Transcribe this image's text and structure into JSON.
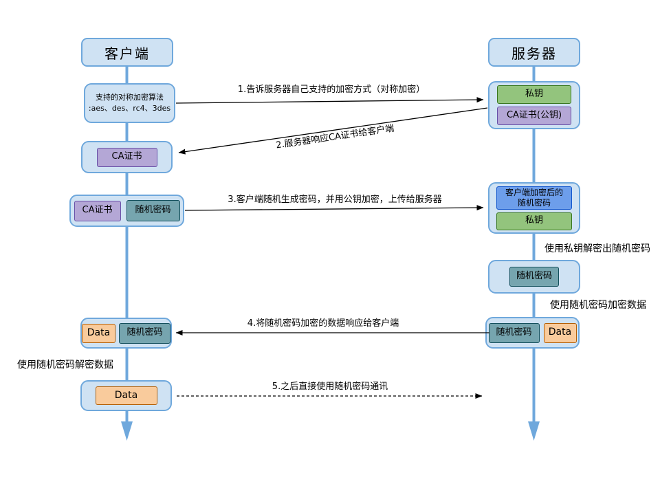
{
  "client": {
    "title": "客户端",
    "algo_box": {
      "line1": "支持的对称加密算法",
      "line2": ":aes、des、rc4、3des"
    },
    "ca_box": {
      "ca": "CA证书"
    },
    "keys_box": {
      "ca": "CA证书",
      "pwd": "随机密码"
    },
    "recv_box": {
      "data": "Data",
      "pwd": "随机密码"
    },
    "note_decrypt": "使用随机密码解密数据",
    "data_box": {
      "data": "Data"
    }
  },
  "server": {
    "title": "服务器",
    "keys_box": {
      "priv": "私钥",
      "ca_pub": "CA证书(公钥)"
    },
    "recv_box": {
      "enc_line1": "客户端加密后的",
      "enc_line2": "随机密码",
      "priv": "私钥"
    },
    "note_decrypt": "使用私钥解密出随机密码",
    "pwd_box": {
      "pwd": "随机密码"
    },
    "note_encrypt": "使用随机密码加密数据",
    "send_box": {
      "pwd": "随机密码",
      "data": "Data"
    }
  },
  "arrows": {
    "step1": "1.告诉服务器自己支持的加密方式（对称加密）",
    "step2": "2.服务器响应CA证书给客户端",
    "step3": "3.客户端随机生成密码，并用公钥加密，上传给服务器",
    "step4": "4.将随机密码加密的数据响应给客户端",
    "step5": "5.之后直接使用随机密码通讯"
  },
  "colors": {
    "container_fill": "#cfe2f3",
    "container_border": "#6fa8dc",
    "purple_fill": "#b4a7d6",
    "purple_border": "#674ea7",
    "green_fill": "#93c47d",
    "green_border": "#38761d",
    "teal_fill": "#76a5af",
    "teal_border": "#134f5c",
    "blue_fill": "#6d9eeb",
    "blue_border": "#1155cc",
    "orange_fill": "#f9cb9c",
    "orange_border": "#b45f06",
    "lifeline": "#6fa8dc",
    "arrow": "#000000"
  }
}
